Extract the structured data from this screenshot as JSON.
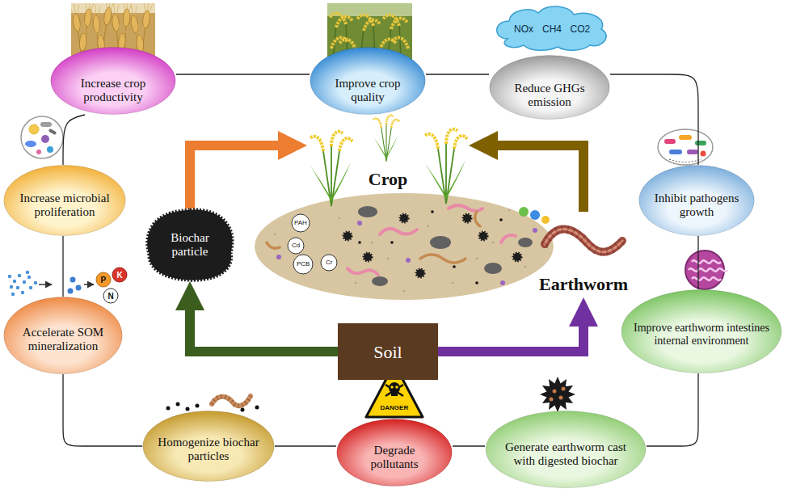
{
  "diagram": {
    "nodes": [
      {
        "text": [
          "Increase crop productivity"
        ]
      },
      {
        "text": [
          "Improve crop quality"
        ]
      },
      {
        "text": [
          "Reduce GHGs emission"
        ]
      },
      {
        "text": [
          "Crop"
        ]
      },
      {
        "text": [
          "Increase microbial proliferation"
        ]
      },
      {
        "text": [
          "Inhibit pathogens growth"
        ]
      },
      {
        "text": [
          "Biochar particle"
        ]
      },
      {
        "text": [
          "Earthworm"
        ]
      },
      {
        "text": [
          "Accelerate SOM mineralization"
        ]
      },
      {
        "text": [
          "Improve earthworm intestines internal environment"
        ]
      },
      {
        "text": [
          "Soil"
        ]
      },
      {
        "text": [
          "Homogenize biochar particles"
        ]
      },
      {
        "text": [
          "Degrade pollutants"
        ]
      },
      {
        "text": [
          "Generate earthworm cast with digested biochar"
        ]
      }
    ],
    "edges": [
      {
        "from": 6,
        "to": 3,
        "arrow": "to"
      },
      {
        "from": 7,
        "to": 3,
        "arrow": "to"
      },
      {
        "from": 10,
        "to": 6,
        "arrow": "to"
      },
      {
        "from": 10,
        "to": 7,
        "arrow": "to"
      },
      {
        "from": 0,
        "to": 1,
        "arrow": "none"
      },
      {
        "from": 1,
        "to": 2,
        "arrow": "none"
      },
      {
        "from": 2,
        "to": 5,
        "arrow": "none"
      },
      {
        "from": 5,
        "to": 9,
        "arrow": "none"
      },
      {
        "from": 9,
        "to": 13,
        "arrow": "none"
      },
      {
        "from": 13,
        "to": 12,
        "arrow": "none"
      },
      {
        "from": 12,
        "to": 11,
        "arrow": "none"
      },
      {
        "from": 11,
        "to": 8,
        "arrow": "none"
      },
      {
        "from": 8,
        "to": 4,
        "arrow": "none"
      },
      {
        "from": 4,
        "to": 0,
        "arrow": "none"
      }
    ],
    "labels": [
      "NOx",
      "CH4",
      "CO2",
      "PAH",
      "Cd",
      "Cr",
      "PCB",
      "K",
      "P",
      "N",
      "DANGER"
    ]
  }
}
